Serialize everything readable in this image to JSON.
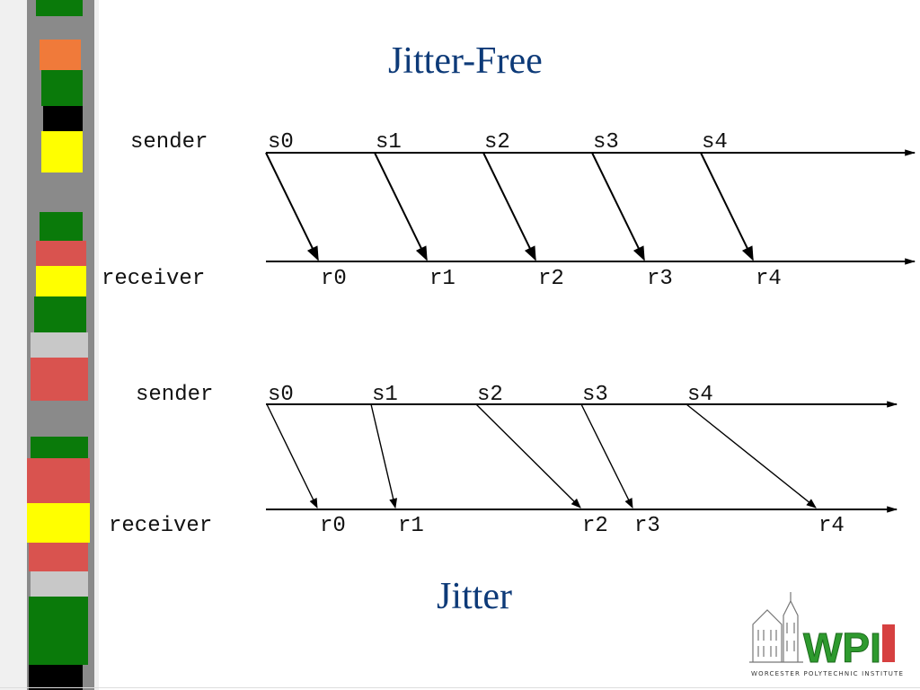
{
  "slide": {
    "title_top": "Jitter-Free",
    "title_bottom": "Jitter"
  },
  "diagrams": [
    {
      "sender_label": "sender",
      "receiver_label": "receiver",
      "send_labels": [
        "s0",
        "s1",
        "s2",
        "s3",
        "s4"
      ],
      "recv_labels": [
        "r0",
        "r1",
        "r2",
        "r3",
        "r4"
      ]
    },
    {
      "sender_label": "sender",
      "receiver_label": "receiver",
      "send_labels": [
        "s0",
        "s1",
        "s2",
        "s3",
        "s4"
      ],
      "recv_labels": [
        "r0",
        "r1",
        "r2",
        "r3",
        "r4"
      ]
    }
  ],
  "logo": {
    "text": "WPI",
    "caption": "WORCESTER POLYTECHNIC INSTITUTE"
  },
  "colors": {
    "title": "#0d3a78",
    "logo_green": "#2e9a2e",
    "logo_red": "#d64040"
  }
}
